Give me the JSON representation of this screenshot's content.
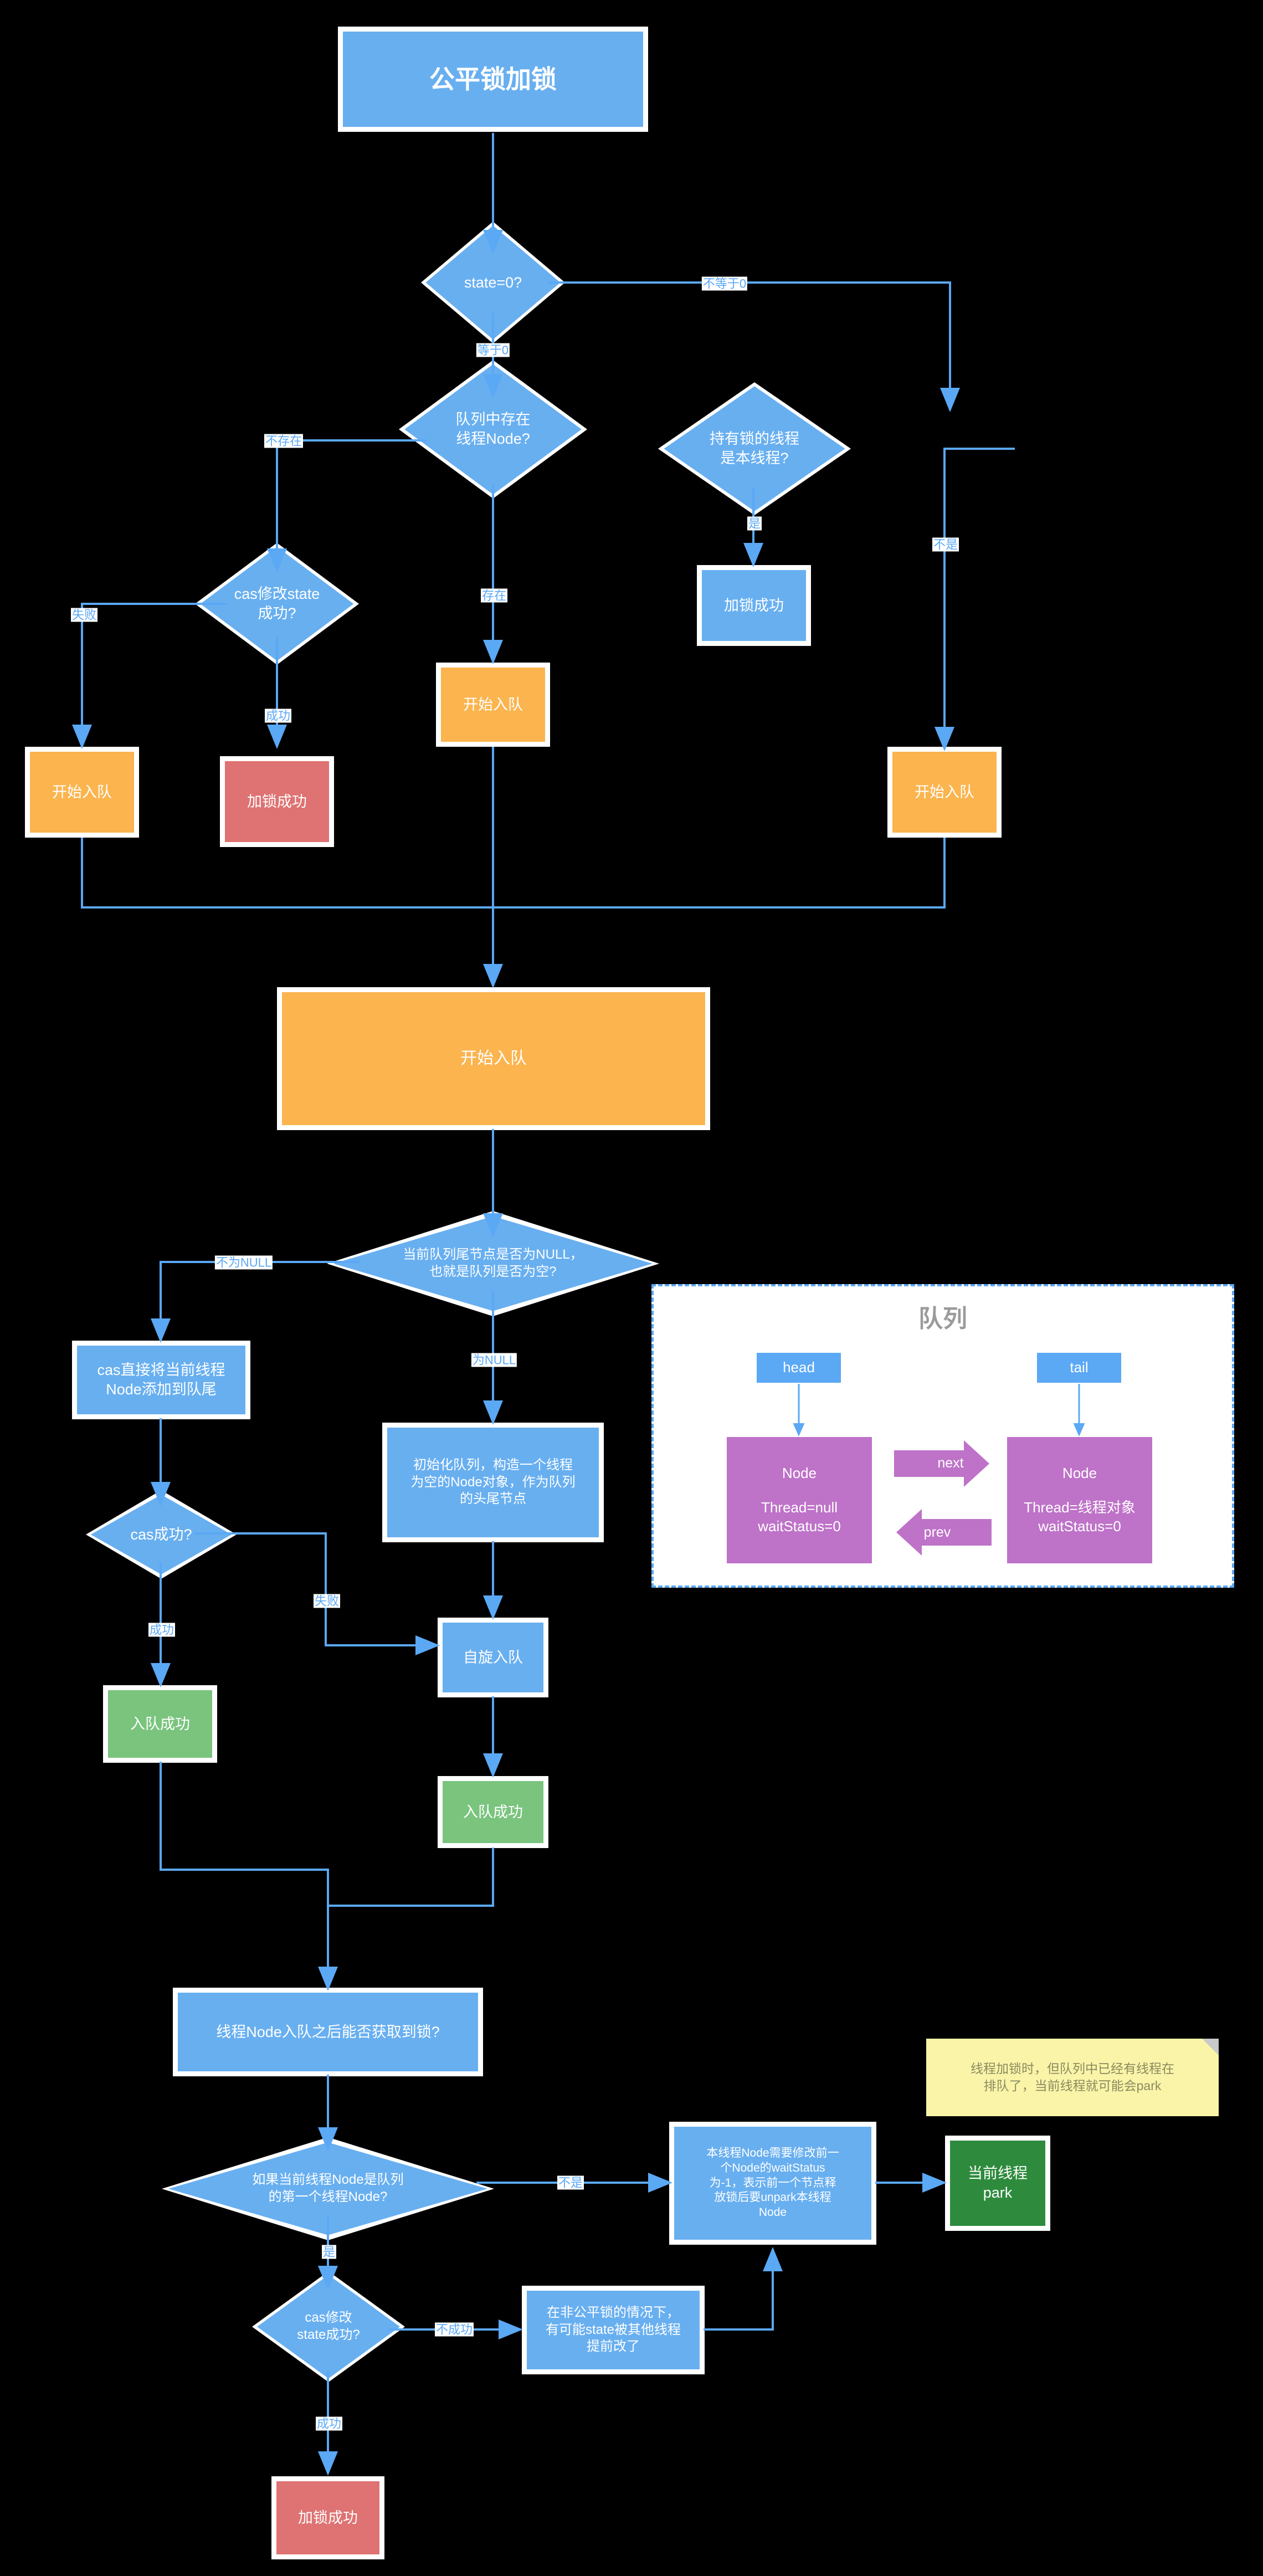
{
  "diagram": {
    "title": "公平锁加锁",
    "type": "flowchart",
    "colors": {
      "blue": "#68AFF0",
      "orange": "#FBB44E",
      "red": "#DF7272",
      "green": "#7AC47E",
      "dark_green": "#2E8B3D",
      "purple": "#BE72C8",
      "edge": "#5BA8F5",
      "note": "#FAF4A8",
      "background": "#000000"
    }
  },
  "nodes": {
    "title": "公平锁加锁",
    "d_state0": "state=0?",
    "d_queue_has_node": "队列中存在\n线程Node?",
    "d_holder_is_self": "持有锁的线程\n是本线程?",
    "d_cas_state": "cas修改state\n成功?",
    "lock_ok_reentrant": "加锁成功",
    "enqueue_left": "开始入队",
    "lock_fail_red": "加锁成功",
    "enqueue_mid": "开始入队",
    "enqueue_right": "开始入队",
    "enqueue_big": "开始入队",
    "d_tail_null": "当前队列尾节点是否为NULL，\n也就是队列是否为空?",
    "cas_add_tail": "cas直接将当前线程\nNode添加到队尾",
    "d_cas_ok": "cas成功?",
    "init_queue": "初始化队列，构造一个线程\n为空的Node对象，作为队列\n的头尾节点",
    "spin_enqueue": "自旋入队",
    "enq_ok_left": "入队成功",
    "enq_ok_right": "入队成功",
    "can_acquire": "线程Node入队之后能否获取到锁?",
    "d_is_first": "如果当前线程Node是队列\n的第一个线程Node?",
    "set_prev_waitstatus": "本线程Node需要修改前一\n个Node的waitStatus\n为-1，表示前一个节点释\n放锁后要unpark本线程\nNode",
    "thread_park": "当前线程\npark",
    "d_cas_state2": "cas修改\nstate成功?",
    "unfair_note": "在非公平锁的情况下，\n有可能state被其他线程\n提前改了",
    "lock_success_final": "加锁成功"
  },
  "edge_labels": {
    "not_equal_0": "不等于0",
    "equal_0": "等于0",
    "not_exist": "不存在",
    "exist": "存在",
    "fail1": "失败",
    "success1": "成功",
    "yes_holder": "是",
    "no_holder": "不是",
    "not_null": "不为NULL",
    "is_null": "为NULL",
    "cas_fail": "失败",
    "cas_success": "成功",
    "is_first_yes": "是",
    "is_first_no": "不是",
    "cas2_fail": "不成功",
    "cas2_success": "成功"
  },
  "queue_panel": {
    "title": "队列",
    "head_label": "head",
    "tail_label": "tail",
    "next_label": "next",
    "prev_label": "prev",
    "head_node": {
      "name": "Node",
      "detail": "Thread=null\nwaitStatus=0"
    },
    "tail_node": {
      "name": "Node",
      "detail": "Thread=线程对象\nwaitStatus=0"
    }
  },
  "sticky_note": {
    "text": "线程加锁时，但队列中已经有线程在\n排队了，当前线程就可能会park"
  }
}
